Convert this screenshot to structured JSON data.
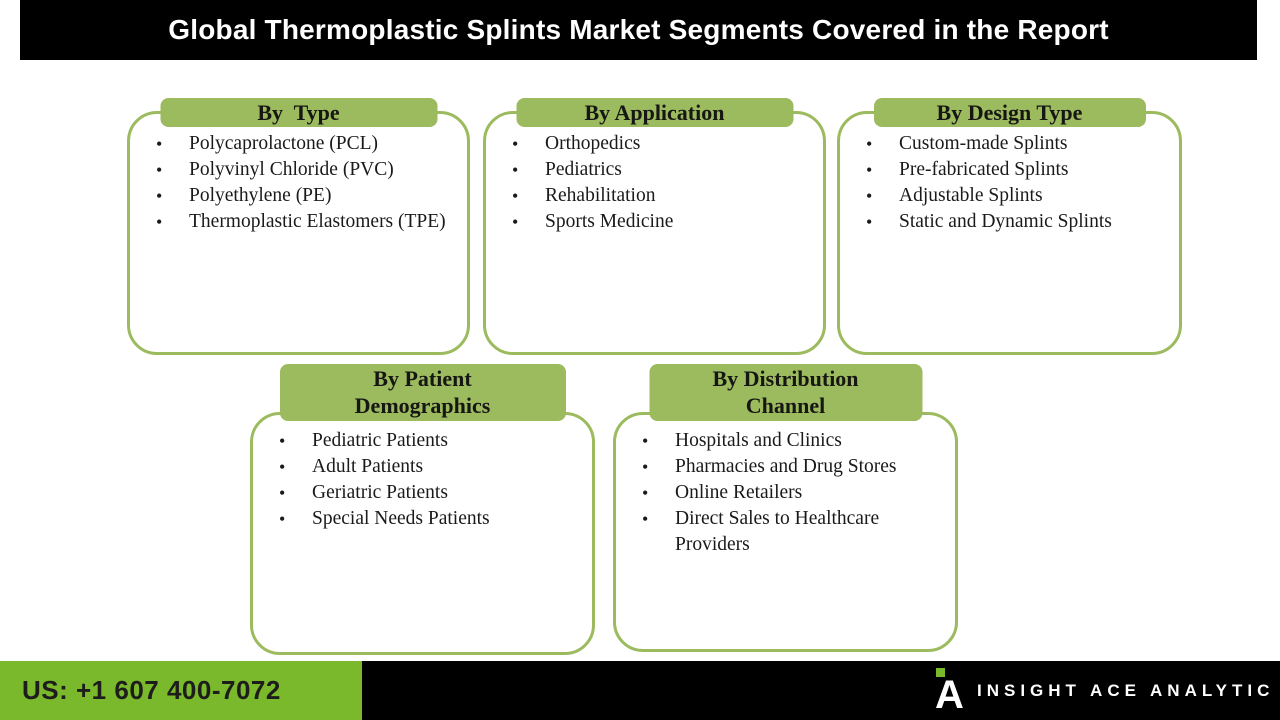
{
  "title_bar": {
    "title": "Global Thermoplastic Splints Market Segments Covered in the Report"
  },
  "colors": {
    "title_bar_bg": "#000000",
    "title_text": "#ffffff",
    "segment_header_green": "#9cba5e",
    "segment_border_green": "#9cba5e",
    "footer_green": "#7ab82c",
    "footer_black": "#000000",
    "body_text": "#1a1a1a"
  },
  "segments": [
    {
      "header": "By  Type",
      "items": [
        "Polycaprolactone (PCL)",
        "Polyvinyl Chloride (PVC)",
        "Polyethylene (PE)",
        "Thermoplastic Elastomers (TPE)"
      ]
    },
    {
      "header": "By Application",
      "items": [
        "Orthopedics",
        "Pediatrics",
        "Rehabilitation",
        "Sports Medicine"
      ]
    },
    {
      "header": "By Design Type",
      "items": [
        "Custom-made Splints",
        "Pre-fabricated Splints",
        "Adjustable Splints",
        "Static and Dynamic Splints"
      ]
    },
    {
      "header": "By Patient\nDemographics",
      "items": [
        "Pediatric Patients",
        "Adult Patients",
        "Geriatric Patients",
        "Special Needs Patients"
      ]
    },
    {
      "header": "By Distribution\nChannel",
      "items": [
        "Hospitals and Clinics",
        "Pharmacies and Drug Stores",
        "Online Retailers",
        "Direct Sales to Healthcare Providers"
      ]
    }
  ],
  "footer": {
    "phone": "US: +1 607 400-7072",
    "brand": "INSIGHT ACE ANALYTIC",
    "logo_letter": "A"
  }
}
